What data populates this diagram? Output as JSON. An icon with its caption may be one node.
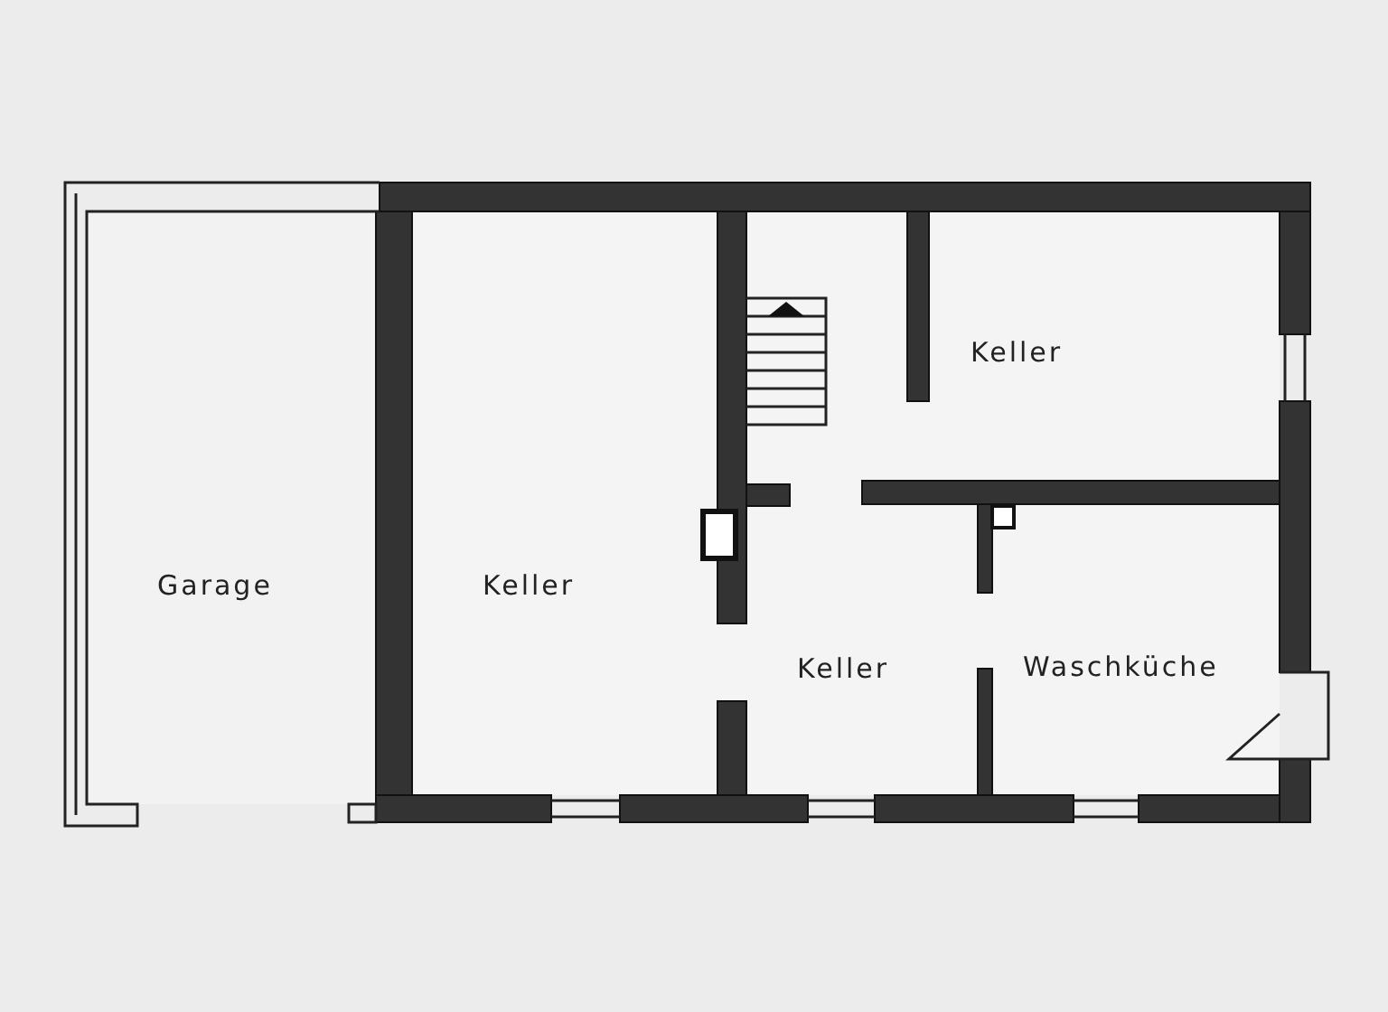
{
  "diagram": {
    "labels": [
      "Keller",
      "Garage",
      "Keller",
      "Keller",
      "Waschküche"
    ]
  }
}
